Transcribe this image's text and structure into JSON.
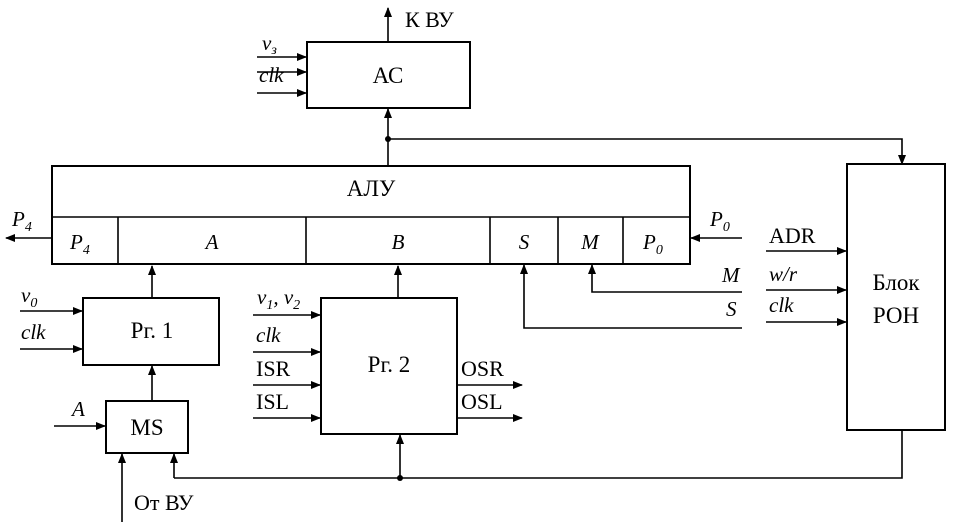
{
  "blocks": {
    "ac": "АС",
    "alu": "АЛУ",
    "rg1": "Рг. 1",
    "rg2": "Рг. 2",
    "ms": "MS",
    "ron_line1": "Блок",
    "ron_line2": "РОН"
  },
  "alu_fields": {
    "p4": "P",
    "p4_sub": "4",
    "a": "A",
    "b": "B",
    "s": "S",
    "m": "M",
    "p0": "P",
    "p0_sub": "0"
  },
  "signals": {
    "k_vu": "К ВУ",
    "ot_vu": "От ВУ",
    "ac_v": "v",
    "ac_v_sub": "з",
    "ac_clk": "clk",
    "p4_out": "P",
    "p4_out_sub": "4",
    "p0_in": "P",
    "p0_in_sub": "0",
    "rg1_v": "v",
    "rg1_v_sub": "0",
    "rg1_clk": "clk",
    "ms_a": "A",
    "rg2_v1": "v",
    "rg2_v1_sub": "1",
    "rg2_sep": ", ",
    "rg2_v2": "v",
    "rg2_v2_sub": "2",
    "rg2_clk": "clk",
    "isr": "ISR",
    "isl": "ISL",
    "osr": "OSR",
    "osl": "OSL",
    "m_ctrl": "M",
    "s_ctrl": "S",
    "adr": "ADR",
    "wr": "w/r",
    "ron_clk": "clk"
  }
}
